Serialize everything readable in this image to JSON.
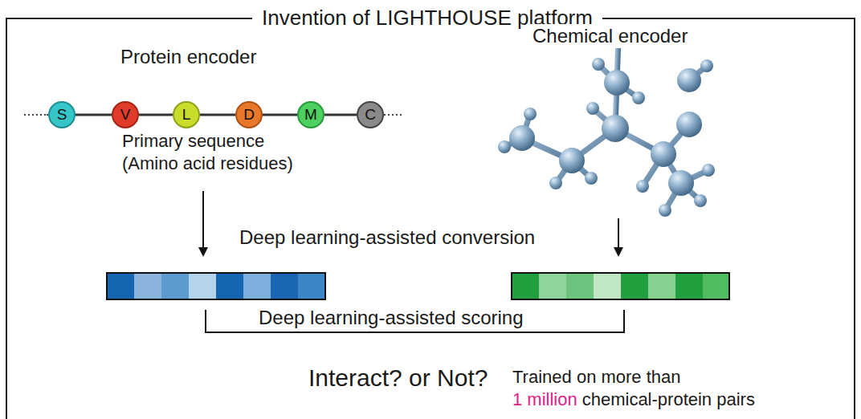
{
  "diagram": {
    "nodes": [
      {
        "text": [
          "Invention of LIGHTHOUSE platform"
        ]
      },
      {
        "text": [
          "S"
        ],
        "in": 0
      },
      {
        "text": [
          "V"
        ],
        "in": 0
      },
      {
        "text": [
          "L"
        ],
        "in": 0
      },
      {
        "text": [
          "D"
        ],
        "in": 0
      },
      {
        "text": [
          "M"
        ],
        "in": 0
      },
      {
        "text": [
          "C"
        ],
        "in": 0
      }
    ],
    "edges": [
      {
        "from": 1,
        "to": 2,
        "arrow": "none"
      },
      {
        "from": 2,
        "to": 3,
        "arrow": "none"
      },
      {
        "from": 3,
        "to": 4,
        "arrow": "none"
      },
      {
        "from": 4,
        "to": 5,
        "arrow": "none"
      },
      {
        "from": 5,
        "to": 6,
        "arrow": "none"
      }
    ],
    "labels": [
      "Protein encoder",
      "Chemical encoder",
      "Primary sequence (Amino acid residues)",
      "Deep learning-assisted conversion",
      "Deep learning-assisted scoring",
      "Interact? or Not?",
      "Trained on more than",
      "1 million",
      "chemical-protein pairs"
    ]
  }
}
